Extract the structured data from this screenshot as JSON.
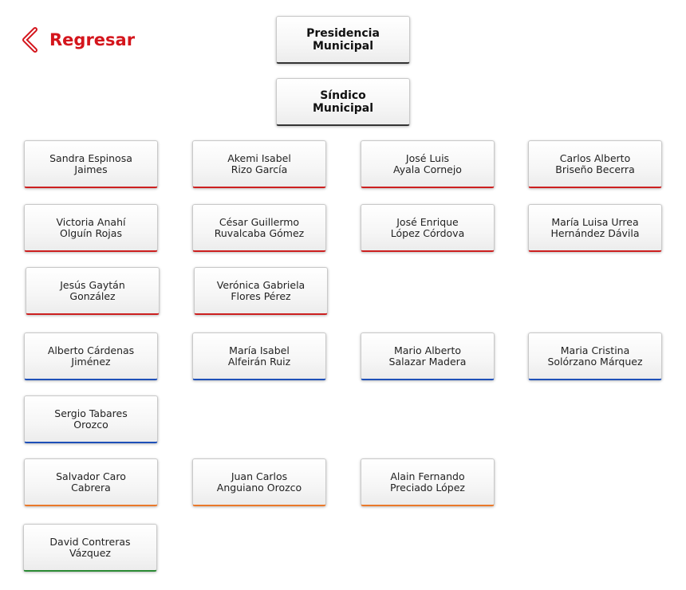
{
  "back": {
    "label": "Regresar"
  },
  "top": {
    "presidencia": "Presidencia\nMunicipal",
    "sindico": "Síndico\nMunicipal"
  },
  "colors": {
    "red": "#cc1f1f",
    "blue": "#1d4fb8",
    "orange": "#e9782a",
    "green": "#2a8a34",
    "accent": "#d4151c"
  },
  "members": [
    {
      "name": "Sandra Espinosa\nJaimes",
      "group": "red"
    },
    {
      "name": "Akemi Isabel\nRizo García",
      "group": "red"
    },
    {
      "name": "José Luis\nAyala Cornejo",
      "group": "red"
    },
    {
      "name": "Carlos Alberto\nBriseño Becerra",
      "group": "red"
    },
    {
      "name": "Victoria Anahí\nOlguín Rojas",
      "group": "red"
    },
    {
      "name": "César Guillermo\nRuvalcaba Gómez",
      "group": "red"
    },
    {
      "name": "José Enrique\nLópez Córdova",
      "group": "red"
    },
    {
      "name": "María Luisa Urrea\nHernández Dávila",
      "group": "red"
    },
    {
      "name": "Jesús Gaytán\nGonzález",
      "group": "red"
    },
    {
      "name": "Verónica Gabriela\nFlores Pérez",
      "group": "red"
    },
    {
      "name": "Alberto Cárdenas\nJiménez",
      "group": "blue"
    },
    {
      "name": "María Isabel\nAlfeirán Ruiz",
      "group": "blue"
    },
    {
      "name": "Mario Alberto\nSalazar Madera",
      "group": "blue"
    },
    {
      "name": "Maria Cristina\nSolórzano Márquez",
      "group": "blue"
    },
    {
      "name": "Sergio Tabares\nOrozco",
      "group": "blue"
    },
    {
      "name": "Salvador Caro\nCabrera",
      "group": "orange"
    },
    {
      "name": "Juan Carlos\nAnguiano Orozco",
      "group": "orange"
    },
    {
      "name": "Alain Fernando\nPreciado López",
      "group": "orange"
    },
    {
      "name": "David Contreras\nVázquez",
      "group": "green"
    }
  ]
}
